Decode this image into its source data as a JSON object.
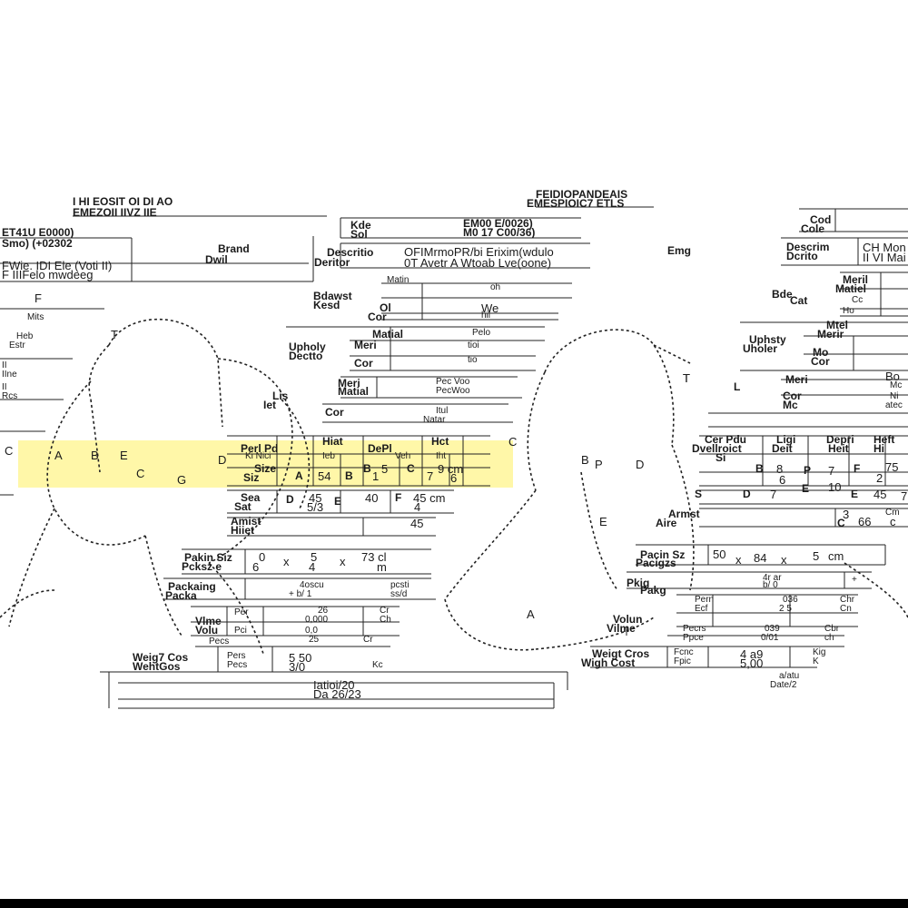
{
  "colors": {
    "ink": "#1a1a1a",
    "highlight": "#fff7a8",
    "background": "#ffffff",
    "bar": "#000000"
  },
  "left": {
    "title_top": "I HI EOSIT OI DI AO",
    "title_bottom": "EMEZOII IIVZ IIE",
    "code_1": "ET41U E0000)",
    "code_2": "Smo)   (+02302",
    "brand_label": "Brand",
    "drawing_label": "Dwil",
    "desc_1": "FWie. IDI Ele (Voti II)",
    "desc_2": "F IIIFelo mwdeeg",
    "f_label": "F",
    "side_1": "Mits",
    "side_2": "Heb",
    "side_3": "Estr",
    "side_4": "II",
    "side_5": "IIne",
    "side_6": "II",
    "side_7": "Rcs",
    "mid_code_1": "Kde",
    "mid_code_2": "Sol",
    "main_code_1": "EM00 E/0026)",
    "main_code_2": "M0 17 C00/36)",
    "desc_label_1": "Descritio",
    "desc_label_2": "Deritor",
    "desc_val_1": "OFIMrmoPR/bi Erixim(wdulo",
    "desc_val_2": "0T Avetr A Wtoab Lve(oone)",
    "mat_label_1": "Matin",
    "mat_label_2": "Bdawst",
    "mat_label_3": "Kesd",
    "mat_val": "oh",
    "col_label_1": "Ol",
    "col_label_2": "Cor",
    "col_val_1": "We",
    "col_val_2": "hil",
    "uph_label_1": "Upholy",
    "uph_label_2": "Dectto",
    "uph_mat_1": "Matial",
    "uph_mat_2": "Meri",
    "uph_mat_3": "Cor",
    "uph_val_1": "Pelo",
    "uph_val_2": "tioi",
    "uph_val_3": "tio",
    "legs_label_1": "Lis",
    "legs_label_2": "Iet",
    "legs_mat_1": "Meri",
    "legs_mat_2": "Matial",
    "legs_col": "Cor",
    "legs_val_1": "Pec   Voo",
    "legs_val_2": "PecWoo",
    "legs_val_3": "Itul",
    "legs_val_4": "Natar",
    "dim_h1": "Perl Pd",
    "dim_h2": "DePl",
    "dim_h3": "Hiat",
    "dim_h4": "Hct",
    "dim_sub_1": "Ki Nici",
    "dim_sub_2": "Ieb",
    "dim_sub_3": "Veh",
    "dim_sub_4": "Iht",
    "size_label": "Size",
    "size_s": "Siz",
    "size_a": "A",
    "size_a_val": "54",
    "size_b": "B",
    "size_b_val": "1",
    "size_b2": "B",
    "size_b2_val": "5",
    "size_c": "C",
    "size_c_val": "7",
    "size_cm": "9 cm",
    "size_6": "6",
    "seat_label_1": "Sea",
    "seat_label_2": "Sat",
    "seat_d": "D",
    "seat_d_val_1": "45",
    "seat_d_val_2": "5/3",
    "seat_e": "E",
    "seat_e_val": "40",
    "seat_f": "F",
    "seat_f_val": "45 cm",
    "arm_label_1": "Amist",
    "arm_label_2": "Hiiet",
    "arm_val_1": "4",
    "arm_val_2": "45",
    "pack_label_1": "Pakin Siz",
    "pack_label_2": "Pcksz e",
    "pack_dim_1": "0",
    "pack_dim_2": "5",
    "pack_dim_3": "73 cl",
    "pack_dim_4": "6",
    "pack_dim_5": "4",
    "pack_dim_6": "m",
    "pack_x_1": "x",
    "pack_x_2": "x",
    "pkg_label_1": "Packaing",
    "pkg_label_2": "Packa",
    "pkg_val_1": "4oscu",
    "pkg_val_2": "+ b/ 1",
    "pkg_val_3": "pcsti",
    "pkg_val_4": "ss/d",
    "vol_label_1": "Vlme",
    "vol_label_2": "Volu",
    "vol_p_1": "Per",
    "vol_p_2": "Pci",
    "vol_p_3": "Pecs",
    "vol_v_1": "26",
    "vol_v_2": "0,000",
    "vol_v_3": "0,0",
    "vol_v_4": "25",
    "vol_u_1": "Cr",
    "vol_u_2": "Ch",
    "vol_u_3": "Cr",
    "wt_label_1": "Weig7 Cos",
    "wt_label_2": "WehtGos",
    "wt_p_1": "Pers",
    "wt_p_2": "Pecs",
    "wt_v_1": "5 50",
    "wt_v_2": "3/0",
    "wt_u": "Kc",
    "date_1": "Iatioi/20",
    "date_2": "Da 26/23"
  },
  "right": {
    "title_1": "FEIDIOPANDEAIS",
    "title_2": "EMESPIOIC7 ETLS",
    "code_1": "Cod",
    "code_2": "Cole",
    "emg": "Emg",
    "desc_1": "Descrim",
    "desc_2": "Dcrito",
    "desc_val_1": "CH  Mon",
    "desc_val_2": "II VI Mai",
    "mat_1": "Meril",
    "mat_2": "Matiel",
    "bde_1": "Bde",
    "bde_2": "Cat",
    "sub_1": "Cc",
    "sub_2": "Ho",
    "uph_1": "Uphsty",
    "uph_2": "Uholer",
    "mat_3": "Mtel",
    "mat_4": "Merir",
    "mat_5": "Mo",
    "mat_6": "Cor",
    "legs_label": "L",
    "legs_t": "T",
    "legs_m_1": "Meri",
    "legs_m_2": "Cor",
    "legs_m_3": "Mc",
    "legs_v_1": "Bo",
    "legs_v_2": "Mc",
    "legs_v_3": "Ni",
    "legs_v_4": "atec",
    "dim_1": "Cer Pdu",
    "dim_2": "Dvellroict",
    "dim_3": "Ligi",
    "dim_4": "Deit",
    "dim_5": "Depri",
    "dim_6": "Heit",
    "dim_7": "Heft",
    "dim_8": "Hi",
    "dim_9": "Si",
    "size_1": "B",
    "size_2": "8",
    "size_3": "P",
    "size_4": "7",
    "size_5": "F",
    "size_6": "75",
    "size_7": "S",
    "size_8": "6",
    "size_9": "2",
    "size_10": "D",
    "size_11": "7",
    "size_12": "E",
    "size_13": "10",
    "size_14": "E",
    "size_15": "45",
    "arm_1": "Armst",
    "arm_2": "Aire",
    "arm_3": "3",
    "arm_4": "Cm",
    "arm_5": "C",
    "arm_6": "66",
    "arm_7": "c",
    "arm_8": "7",
    "pack_1": "Pacin Sz",
    "pack_2": "Pacigzs",
    "pack_3": "50",
    "pack_4": "x",
    "pack_5": "84",
    "pack_6": "x",
    "pack_7": "5",
    "pack_8": "cm",
    "pkg_1": "Pkig",
    "pkg_2": "Pakg",
    "pkg_3": "4r  ar",
    "pkg_4": "b/ 0",
    "pkg_5": "+",
    "vol_1": "Volun",
    "vol_2": "Vilme",
    "vol_3": "Pern",
    "vol_4": "Ecf",
    "vol_5": "036",
    "vol_6": "2 5",
    "vol_7": "Chr",
    "vol_8": "Cn",
    "vol_9": "Pecrs",
    "vol_10": "Ppce",
    "vol_11": "039",
    "vol_12": "0/01",
    "vol_13": "Cbr",
    "vol_14": "ch",
    "wt_1": "Weigt Cros",
    "wt_2": "Wigh Cost",
    "wt_3": "Fcnc",
    "wt_4": "Fpic",
    "wt_5": "4 a9",
    "wt_6": "5,00",
    "wt_7": "Kig",
    "wt_8": "K",
    "date_1": "a/atu",
    "date_2": "Date/2"
  },
  "chair_labels": {
    "left_a": "A",
    "left_b": "B",
    "left_c": "C",
    "left_e": "E",
    "left_g": "G",
    "left_c2": "C",
    "left_t": "T",
    "left_d": "D",
    "right_t": "T",
    "right_a": "A",
    "right_b": "B",
    "right_e": "E",
    "right_p": "P",
    "right_d": "D",
    "right_c": "C"
  }
}
